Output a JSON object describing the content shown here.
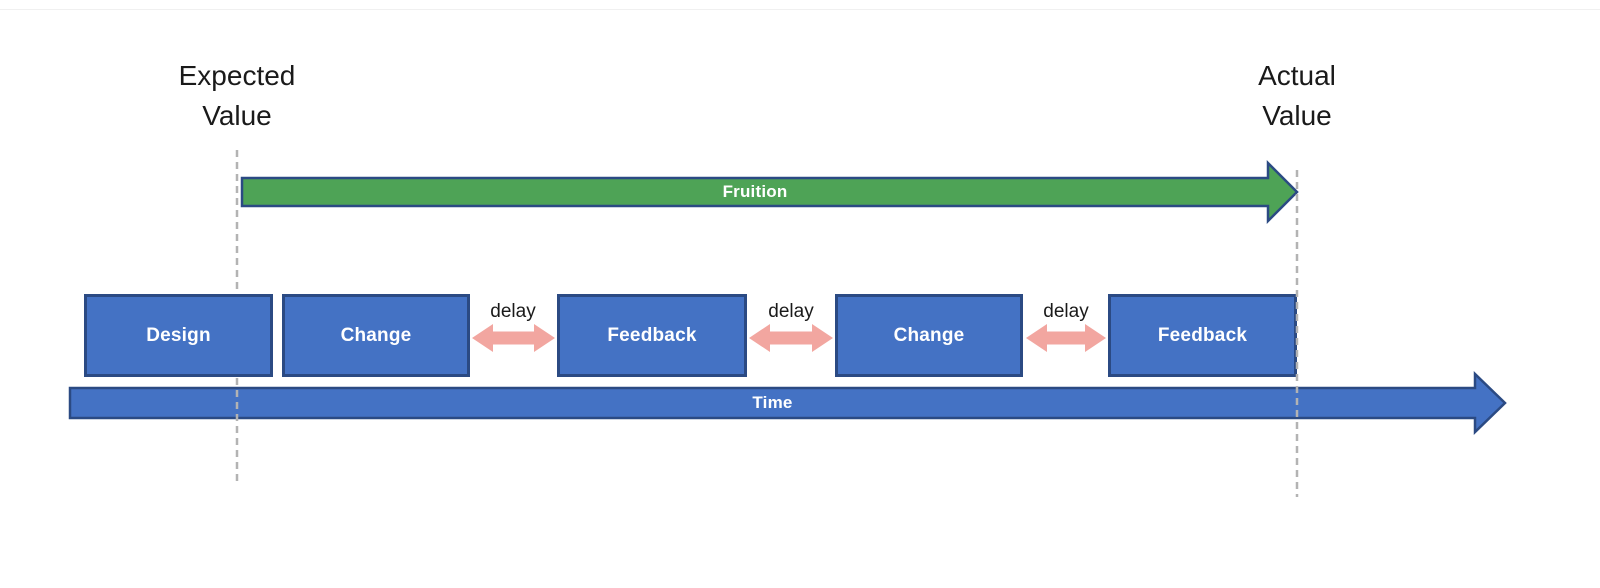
{
  "markers": {
    "expected": {
      "label": "Expected\nValue"
    },
    "actual": {
      "label": "Actual\nValue"
    }
  },
  "fruition_arrow": {
    "label": "Fruition"
  },
  "time_arrow": {
    "label": "Time"
  },
  "boxes": [
    {
      "label": "Design"
    },
    {
      "label": "Change"
    },
    {
      "label": "Feedback"
    },
    {
      "label": "Change"
    },
    {
      "label": "Feedback"
    }
  ],
  "delays": [
    {
      "label": "delay"
    },
    {
      "label": "delay"
    },
    {
      "label": "delay"
    }
  ],
  "colors": {
    "box_fill": "#4472C4",
    "box_border": "#2B4A83",
    "green_fill": "#4EA356",
    "pink_fill": "#F2A6A0",
    "dash_gray": "#B3B3B3",
    "text_dark": "#1A1A1A",
    "text_light": "#FFFFFF"
  }
}
